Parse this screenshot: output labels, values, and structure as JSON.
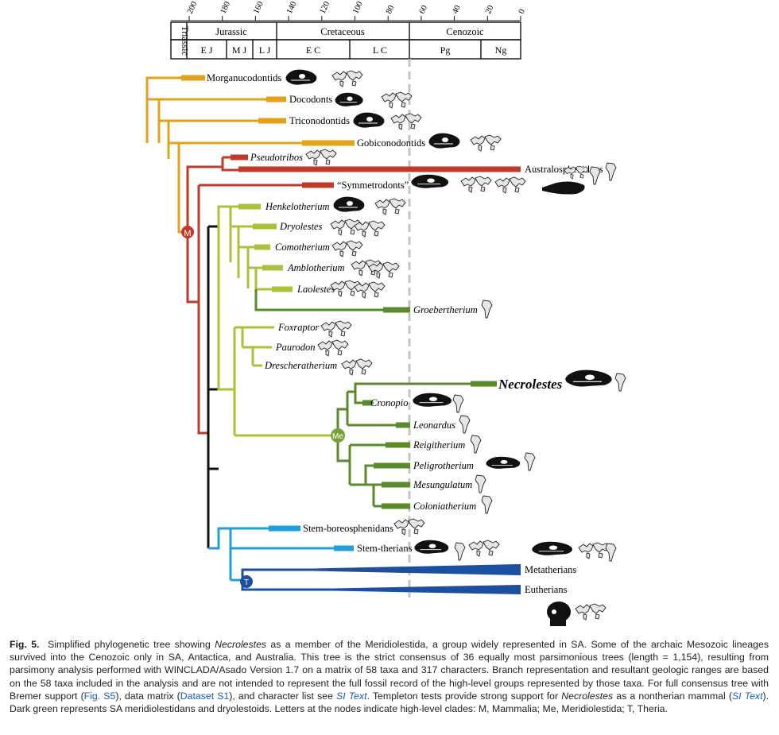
{
  "timescale": {
    "ticks": [
      "200",
      "180",
      "160",
      "140",
      "120",
      "100",
      "80",
      "60",
      "40",
      "20",
      "0"
    ],
    "periods": [
      "Jurassic",
      "Cretaceous",
      "Cenozoic"
    ],
    "epochs": [
      "E J",
      "M J",
      "L J",
      "E C",
      "L C",
      "Pg",
      "Ng"
    ],
    "triassic": "Triassic"
  },
  "taxa": {
    "morganucodontids": "Morganucodontids",
    "docodonts": "Docodonts",
    "triconodontids": "Triconodontids",
    "gobiconodontids": "Gobiconodontids",
    "pseudotribos": "Pseudotribos",
    "australosphenidans": "Australosphenidans",
    "symmetrodonts": "“Symmetrodonts”",
    "henkelotherium": "Henkelotherium",
    "dryolestes": "Dryolestes",
    "comotherium": "Comotherium",
    "amblotherium": "Amblotherium",
    "laolestes": "Laolestes",
    "groebertherium": "Groebertherium",
    "foxraptor": "Foxraptor",
    "paurodon": "Paurodon",
    "drescheratherium": "Drescheratherium",
    "necrolestes": "Necrolestes",
    "cronopio": "Cronopio",
    "leonardus": "Leonardus",
    "reigitherium": "Reigitherium",
    "peligrotherium": "Peligrotherium",
    "mesungulatum": "Mesungulatum",
    "coloniatherium": "Coloniatherium",
    "stem_boreosphenidans": "Stem-boreosphenidans",
    "stem_therians": "Stem-therians",
    "metatherians": "Metatherians",
    "eutherians": "Eutherians"
  },
  "nodes": {
    "m": "M",
    "me": "Me",
    "t": "T"
  },
  "colors": {
    "early_mammal": "#e0a020",
    "mammalia": "#c0392b",
    "dryolestoid": "#a8c23a",
    "meridiolestida": "#5a8a2a",
    "therian_stem": "#1ea0dc",
    "theria": "#1d4fa0",
    "silhouette": "#111111",
    "dashed_kpg": "#bbbbbb"
  },
  "caption": {
    "label": "Fig. 5.",
    "t1": "Simplified phylogenetic tree showing ",
    "i1": "Necrolestes",
    "t2": " as a member of the Meridiolestida, a group widely represented in SA. Some of the archaic Mesozoic lineages survived into the Cenozoic only in SA, Antactica, and Australia. This tree is the strict consensus of 36 equally most parsimonious trees (length = 1,154), resulting from parsimony analysis performed with WINCLADA/Asado Version 1.7 on a matrix of 58 taxa and 317 characters. Branch representation and resultant geologic ranges are based on the 58 taxa included in the analysis and are not intended to represent the full fossil record of the high-level groups represented by those taxa. For full consensus tree with Bremer support (",
    "l1": "Fig. S5",
    "t3": "), data matrix (",
    "l2": "Dataset S1",
    "t4": "), and character list see ",
    "l3": "SI Text",
    "t5": ". Templeton tests provide strong support for ",
    "i2": "Necrolestes",
    "t6": " as a nontherian mammal (",
    "l4": "SI Text",
    "t7": "). Dark green represents SA meridiolestidans and dryolestoids. Letters at the nodes indicate high-level clades: M, Mammalia; Me, Meridiolestida; T, Theria."
  }
}
